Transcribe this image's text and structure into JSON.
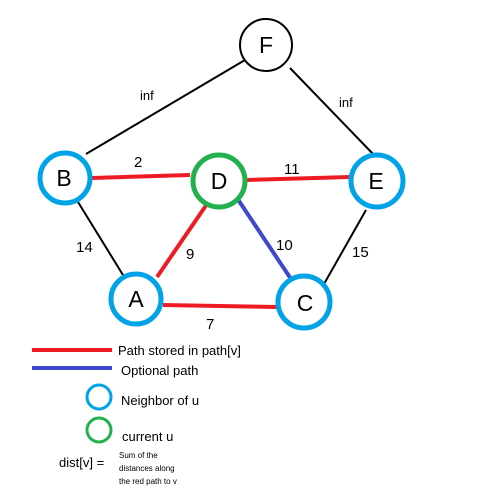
{
  "colors": {
    "path_red": "#ed1c24",
    "optional_blue": "#3f48cc",
    "neighbor_blue": "#00a2e8",
    "current_green": "#22b14c",
    "black": "#000000",
    "background": "#ffffff"
  },
  "nodes": {
    "F": {
      "label": "F",
      "role": "plain"
    },
    "B": {
      "label": "B",
      "role": "neighbor"
    },
    "D": {
      "label": "D",
      "role": "current"
    },
    "E": {
      "label": "E",
      "role": "neighbor"
    },
    "A": {
      "label": "A",
      "role": "neighbor"
    },
    "C": {
      "label": "C",
      "role": "neighbor"
    }
  },
  "edges": {
    "BF": {
      "from": "B",
      "to": "F",
      "weight": "inf",
      "style": "plain"
    },
    "FE": {
      "from": "F",
      "to": "E",
      "weight": "inf",
      "style": "plain"
    },
    "BD": {
      "from": "B",
      "to": "D",
      "weight": "2",
      "style": "path"
    },
    "DE": {
      "from": "D",
      "to": "E",
      "weight": "11",
      "style": "path"
    },
    "BA": {
      "from": "B",
      "to": "A",
      "weight": "14",
      "style": "plain"
    },
    "AD": {
      "from": "A",
      "to": "D",
      "weight": "9",
      "style": "path"
    },
    "DC": {
      "from": "D",
      "to": "C",
      "weight": "10",
      "style": "optional"
    },
    "EC": {
      "from": "E",
      "to": "C",
      "weight": "15",
      "style": "plain"
    },
    "AC": {
      "from": "A",
      "to": "C",
      "weight": "7",
      "style": "path"
    }
  },
  "legend": {
    "path_stored": "Path stored in path[v]",
    "optional_path": "Optional path",
    "neighbor": "Neighbor of u",
    "current": "current u",
    "dist_label": "dist[v] =",
    "dist_desc_line1": "Sum of the",
    "dist_desc_line2": "distances along",
    "dist_desc_line3": "the red path to v"
  }
}
